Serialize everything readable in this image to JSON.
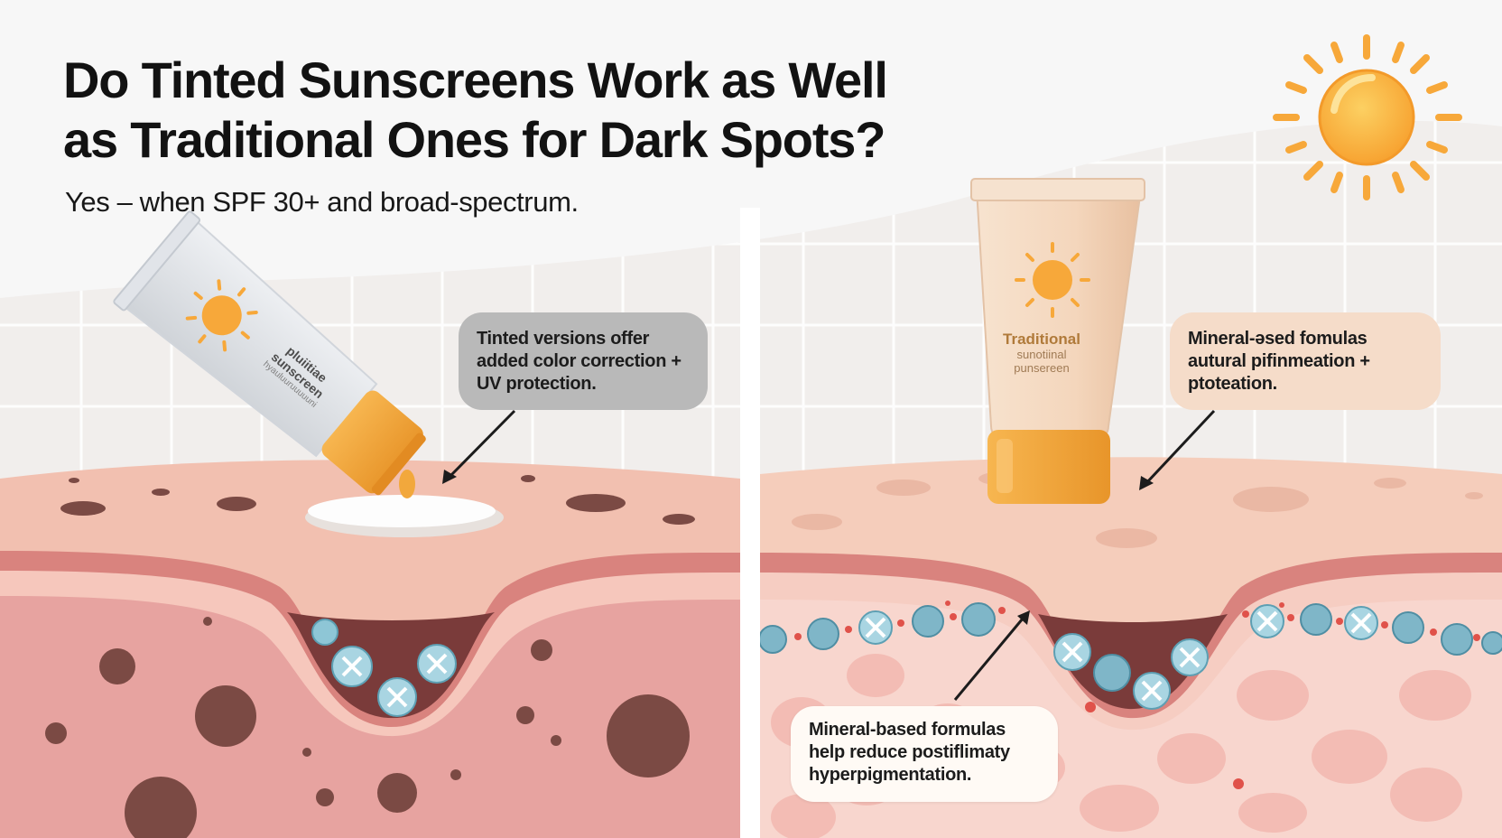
{
  "header": {
    "title_line1": "Do Tinted Sunscreens Work as Well",
    "title_line2": "as Traditional Ones for Dark Spots?",
    "subtitle": "Yes – when SPF 30+ and broad-spectrum."
  },
  "left_panel": {
    "tube_label": {
      "line1": "pluiitiae",
      "line2": "sunscreen",
      "line3": "hyauluuruuuuuni"
    },
    "callout": {
      "line1": "Tinted versions offer",
      "line2": "added color correction +",
      "line3": "UV protection."
    }
  },
  "right_panel": {
    "tube_label": {
      "line1": "Traditional",
      "line2": "sunotiinal",
      "line3": "punsereen"
    },
    "callout_top": {
      "line1": "Mineral-əsed fomulas",
      "line2": "autural pifinmeation +",
      "line3": "ptoteation."
    },
    "callout_bottom": {
      "line1": "Mineral-based formulas",
      "line2": "help reduce postiflimaty",
      "line3": "hyperpigmentation."
    }
  },
  "icons": [
    "sun-icon",
    "sunscreen-tube-icon",
    "arrow-icon",
    "skin-cell-icon",
    "dark-spot-icon"
  ],
  "colors": {
    "sun": "#f7a83a",
    "sun_core": "#f9bd45",
    "skin_surface": "#f3c2b2",
    "skin_deep": "#e9a4a0",
    "dark_spot": "#7b4a44",
    "cell_blue": "#8ec6d6",
    "tube_cap": "#f2a83c",
    "tinted_tube": "#e3e5e9",
    "traditional_tube": "#f3d8bf"
  }
}
